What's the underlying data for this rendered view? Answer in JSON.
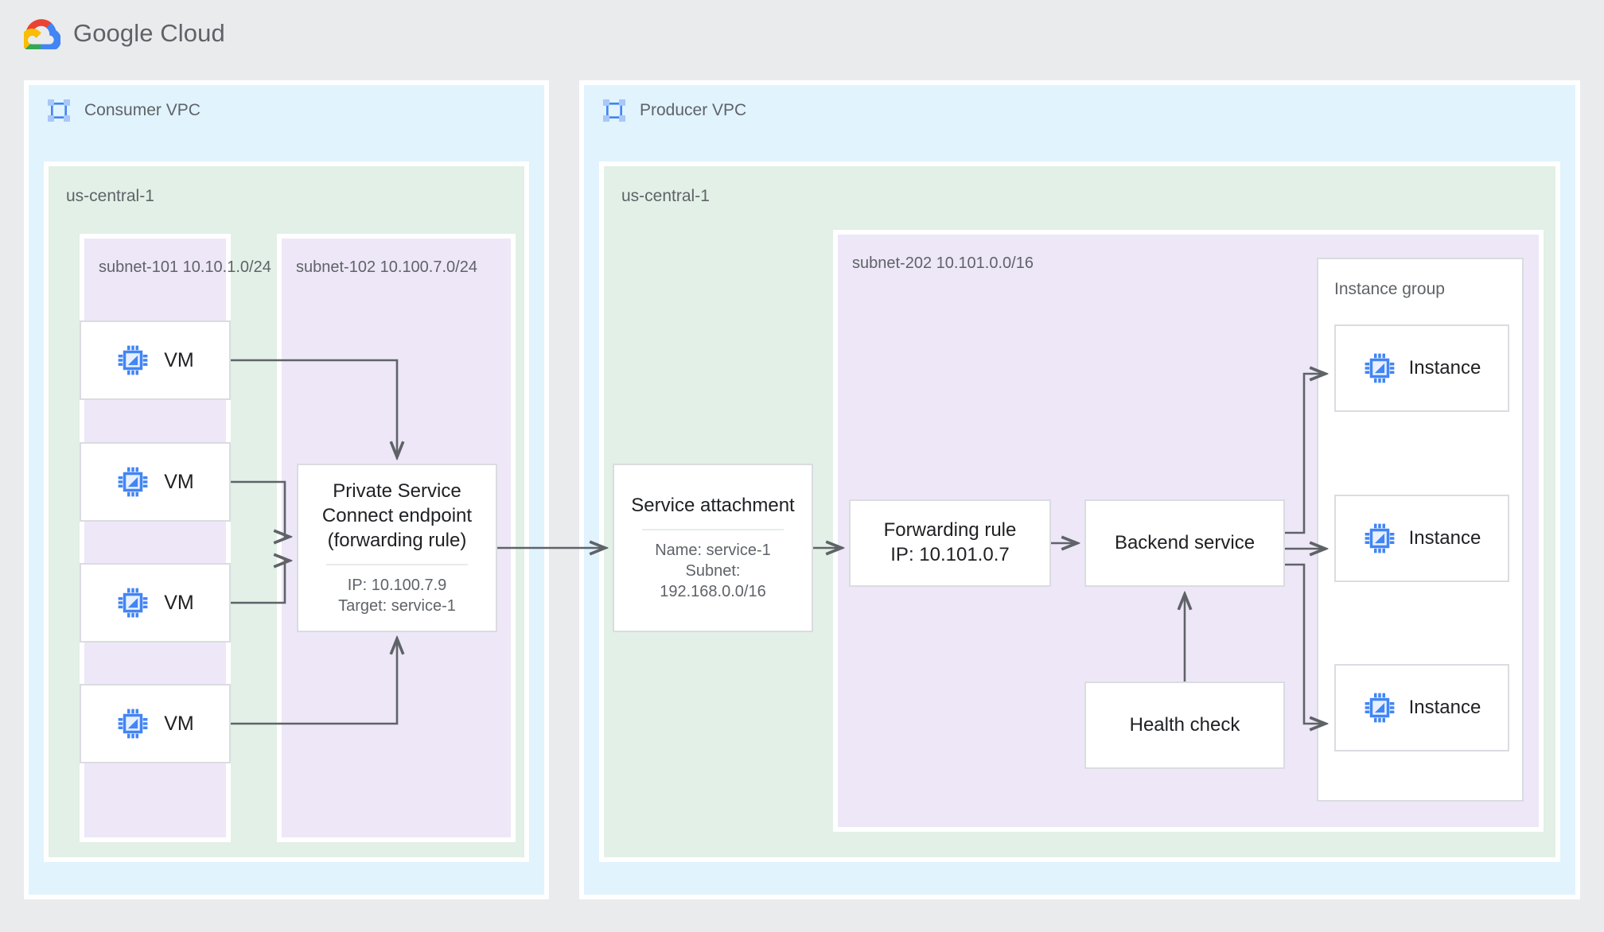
{
  "brand": {
    "name_part1": "Google",
    "name_part2": "Cloud",
    "logo_icon": "google-cloud-logo"
  },
  "consumer_vpc": {
    "title": "Consumer VPC",
    "icon": "vpc-network-icon",
    "region": {
      "label": "us-central-1",
      "subnets": [
        {
          "id": "subnet-101",
          "name": "subnet-101",
          "cidr": "10.10.1.0/24",
          "label": "subnet-101\n10.10.1.0/24"
        },
        {
          "id": "subnet-102",
          "name": "subnet-102",
          "cidr": "10.100.7.0/24",
          "label": "subnet-102\n10.100.7.0/24"
        }
      ]
    },
    "vms": [
      {
        "label": "VM",
        "icon": "vm-chip-icon"
      },
      {
        "label": "VM",
        "icon": "vm-chip-icon"
      },
      {
        "label": "VM",
        "icon": "vm-chip-icon"
      },
      {
        "label": "VM",
        "icon": "vm-chip-icon"
      }
    ],
    "psc_endpoint": {
      "title": "Private Service\nConnect endpoint\n(forwarding rule)",
      "details": "IP: 10.100.7.9\nTarget: service-1",
      "ip": "10.100.7.9",
      "target": "service-1"
    }
  },
  "producer_vpc": {
    "title": "Producer VPC",
    "icon": "vpc-network-icon",
    "region": {
      "label": "us-central-1",
      "subnets": [
        {
          "id": "subnet-202",
          "name": "subnet-202",
          "cidr": "10.101.0.0/16",
          "label": "subnet-202\n10.101.0.0/16"
        }
      ]
    },
    "service_attachment": {
      "title": "Service attachment",
      "details": "Name: service-1\nSubnet:\n192.168.0.0/16",
      "name": "service-1",
      "subnet": "192.168.0.0/16"
    },
    "forwarding_rule": {
      "title": "Forwarding rule\nIP: 10.101.0.7",
      "ip": "10.101.0.7"
    },
    "backend_service": {
      "title": "Backend service"
    },
    "health_check": {
      "title": "Health check"
    },
    "instance_group": {
      "label": "Instance group",
      "instances": [
        {
          "label": "Instance",
          "icon": "vm-chip-icon"
        },
        {
          "label": "Instance",
          "icon": "vm-chip-icon"
        },
        {
          "label": "Instance",
          "icon": "vm-chip-icon"
        }
      ]
    }
  },
  "colors": {
    "page_background": "#e9ebed",
    "vpc_fill": "#e1f3fd",
    "region_fill": "#e2f0e7",
    "subnet_fill": "#eee7f7",
    "node_fill": "#ffffff",
    "node_border": "#dadce0",
    "connector": "#5f6368",
    "text_primary": "#202124",
    "text_secondary": "#5f6368",
    "icon_blue": "#4285f4",
    "icon_blue_light": "#a8c7fa"
  }
}
